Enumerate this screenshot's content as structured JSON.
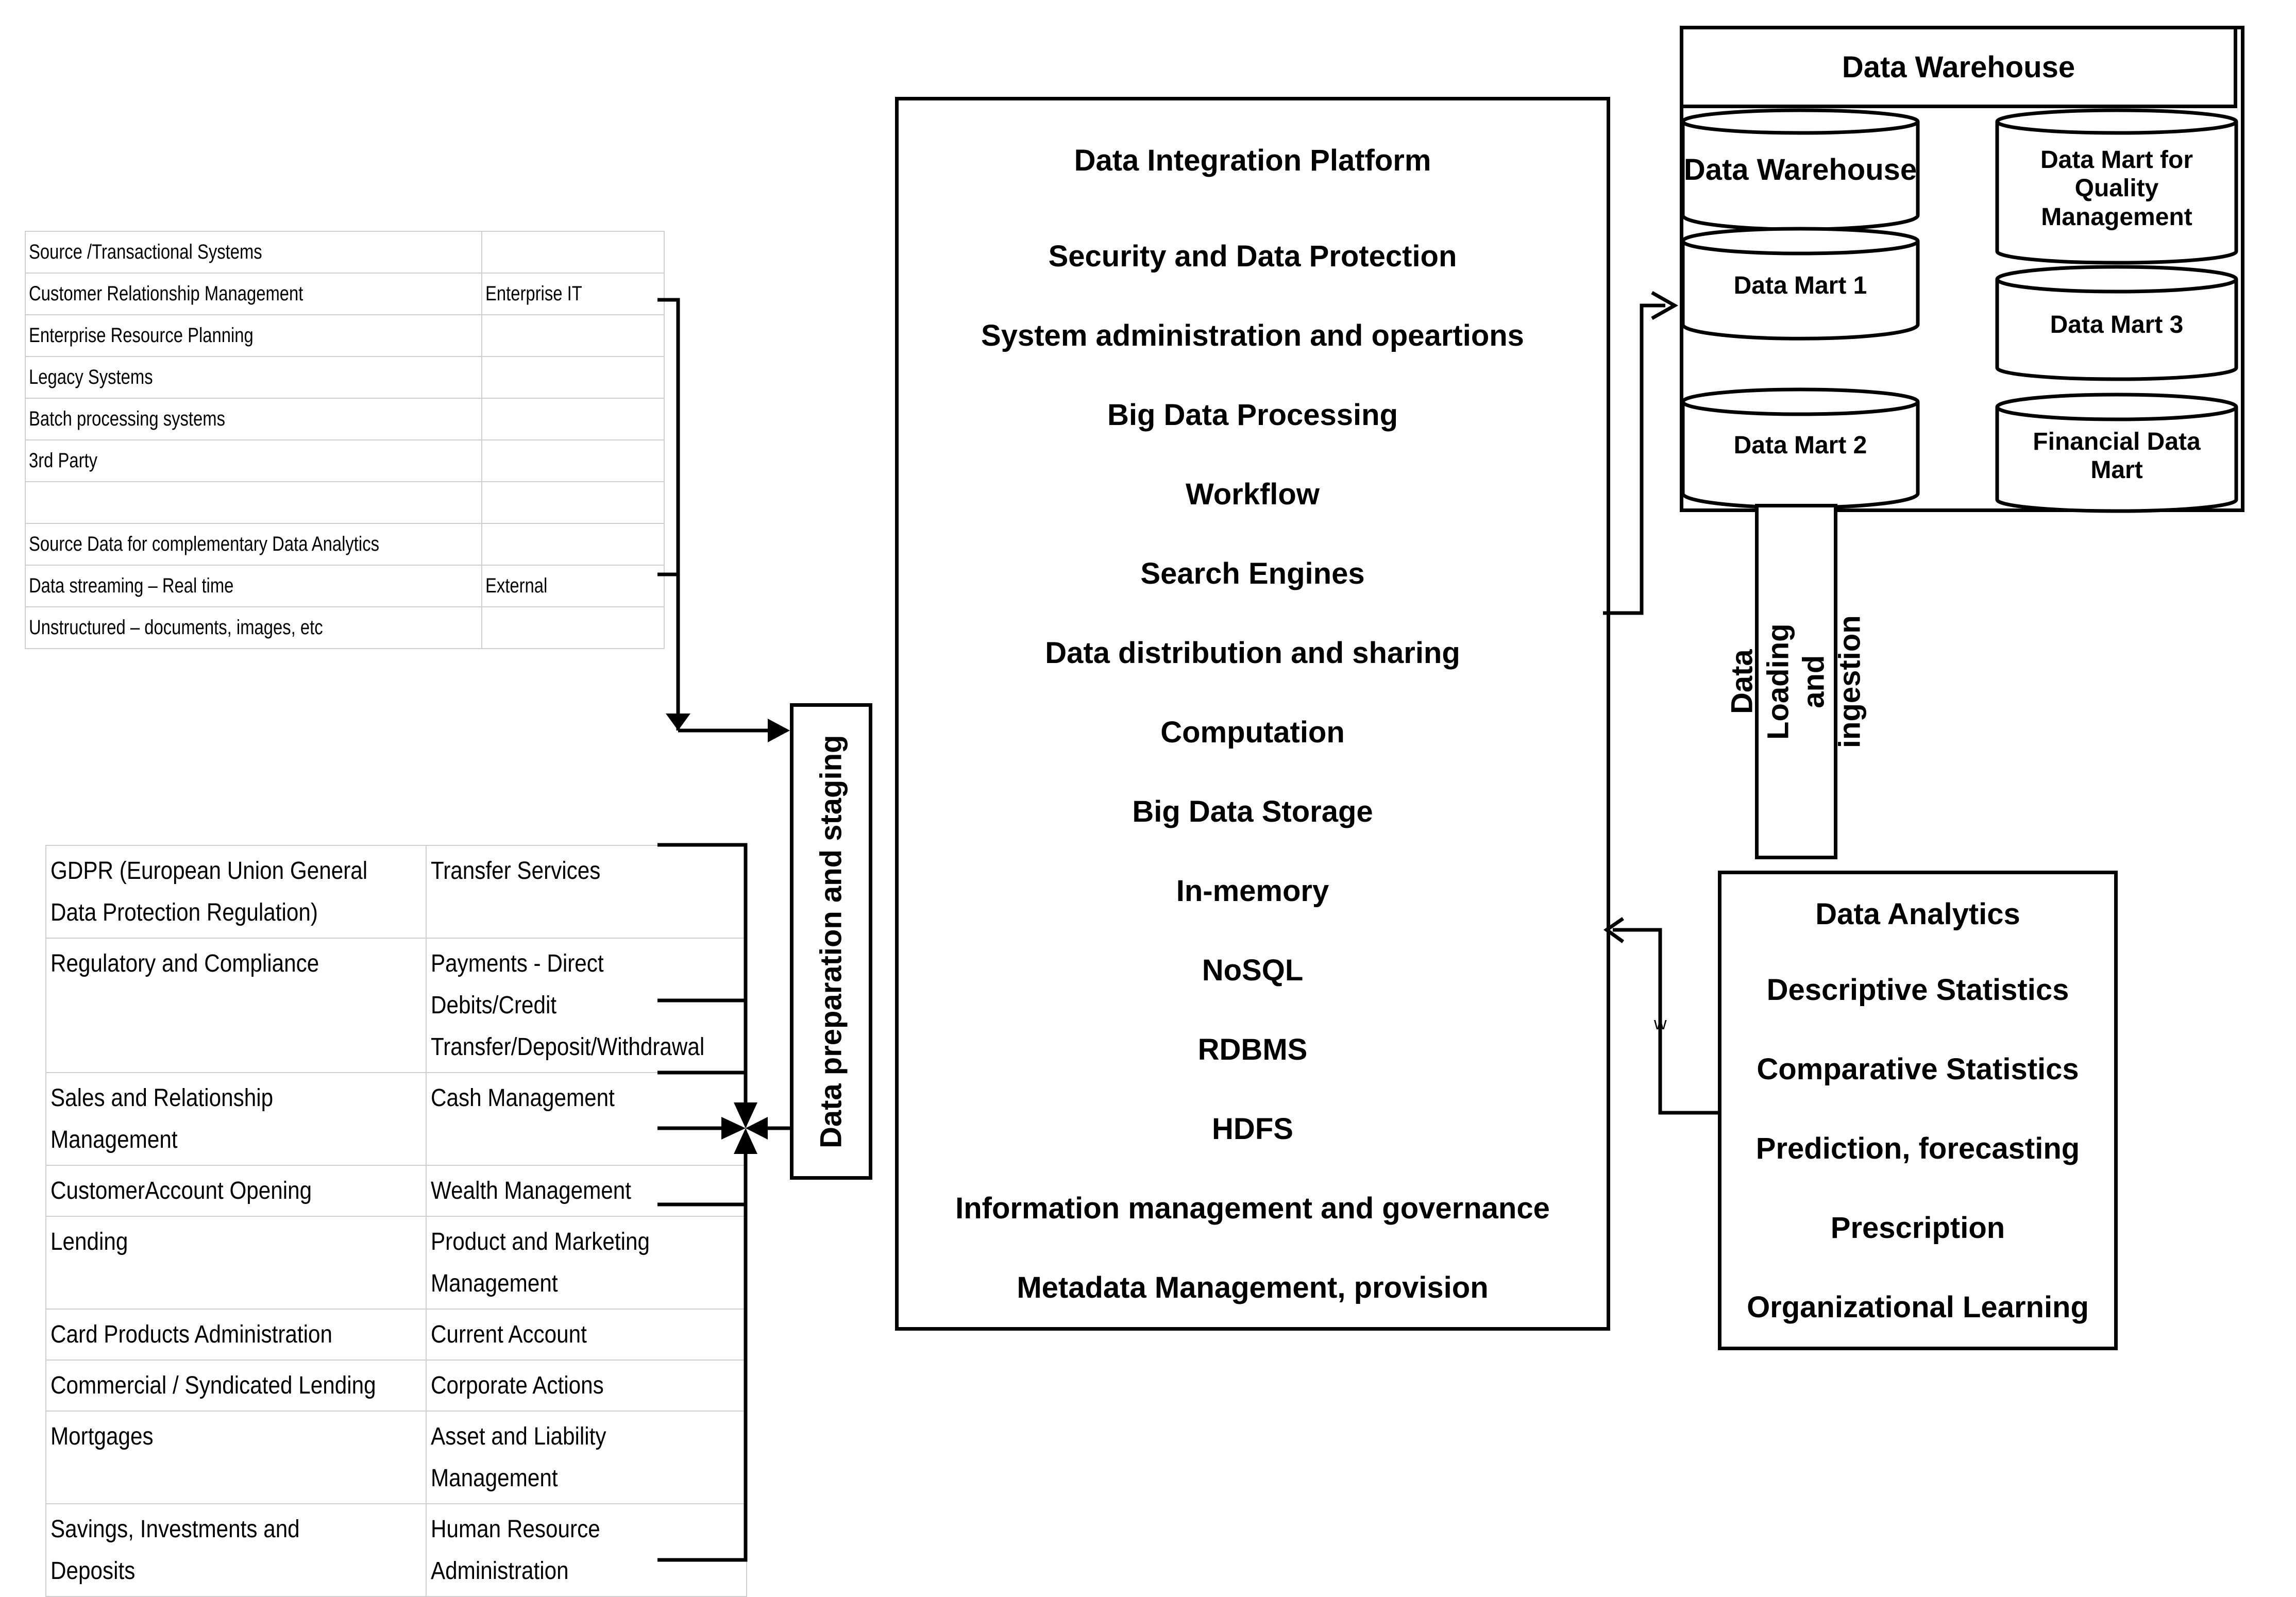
{
  "source_systems": {
    "rows": [
      {
        "label": "Source /Transactional Systems",
        "group": ""
      },
      {
        "label": "Customer Relationship Management",
        "group": "Enterprise IT"
      },
      {
        "label": "Enterprise Resource Planning",
        "group": ""
      },
      {
        "label": "Legacy Systems",
        "group": ""
      },
      {
        "label": "Batch processing systems",
        "group": ""
      },
      {
        "label": "3rd Party",
        "group": ""
      },
      {
        "label": "",
        "group": ""
      },
      {
        "label": "Source Data for complementary Data Analytics",
        "group": ""
      },
      {
        "label": "Data streaming – Real time",
        "group": "External"
      },
      {
        "label": "Unstructured – documents, images, etc",
        "group": ""
      }
    ]
  },
  "business_functions": {
    "rows": [
      {
        "left": "GDPR (European Union General Data Protection Regulation)",
        "right": "Transfer Services"
      },
      {
        "left": "Regulatory and Compliance",
        "right": "Payments - Direct Debits/Credit Transfer/Deposit/Withdrawal"
      },
      {
        "left": "Sales and Relationship Management",
        "right": "Cash Management"
      },
      {
        "left": "CustomerAccount Opening",
        "right": "Wealth Management"
      },
      {
        "left": "Lending",
        "right": "Product and Marketing Management"
      },
      {
        "left": "Card Products Administration",
        "right": "Current Account"
      },
      {
        "left": "Commercial / Syndicated Lending",
        "right": "Corporate Actions"
      },
      {
        "left": "Mortgages",
        "right": "Asset and Liability Management"
      },
      {
        "left": "Savings, Investments and Deposits",
        "right": "Human Resource Administration"
      }
    ]
  },
  "staging": {
    "label": "Data preparation and staging"
  },
  "platform": {
    "layers": [
      "Data Integration Platform",
      "Security and Data Protection",
      "System administration and opeartions",
      "Big Data Processing",
      "Workflow",
      "Search Engines",
      "Data distribution and sharing",
      "Computation",
      "Big Data Storage",
      "In-memory",
      "NoSQL",
      "RDBMS",
      "HDFS",
      "Information management and governance",
      "Metadata Management, provision"
    ]
  },
  "warehouse": {
    "title": "Data Warehouse",
    "stores": [
      "Data Warehouse",
      "Data Mart 1",
      "Data Mart 2",
      "Data Mart for Quality Management",
      "Data Mart 3",
      "Financial Data Mart"
    ]
  },
  "loading": {
    "label": "Data Loading and ingestion"
  },
  "analytics": {
    "items": [
      "Data Analytics",
      "Descriptive Statistics",
      "Comparative Statistics",
      "Prediction, forecasting",
      "Prescription",
      "Organizational Learning"
    ]
  },
  "connector": {
    "mark": "w"
  }
}
